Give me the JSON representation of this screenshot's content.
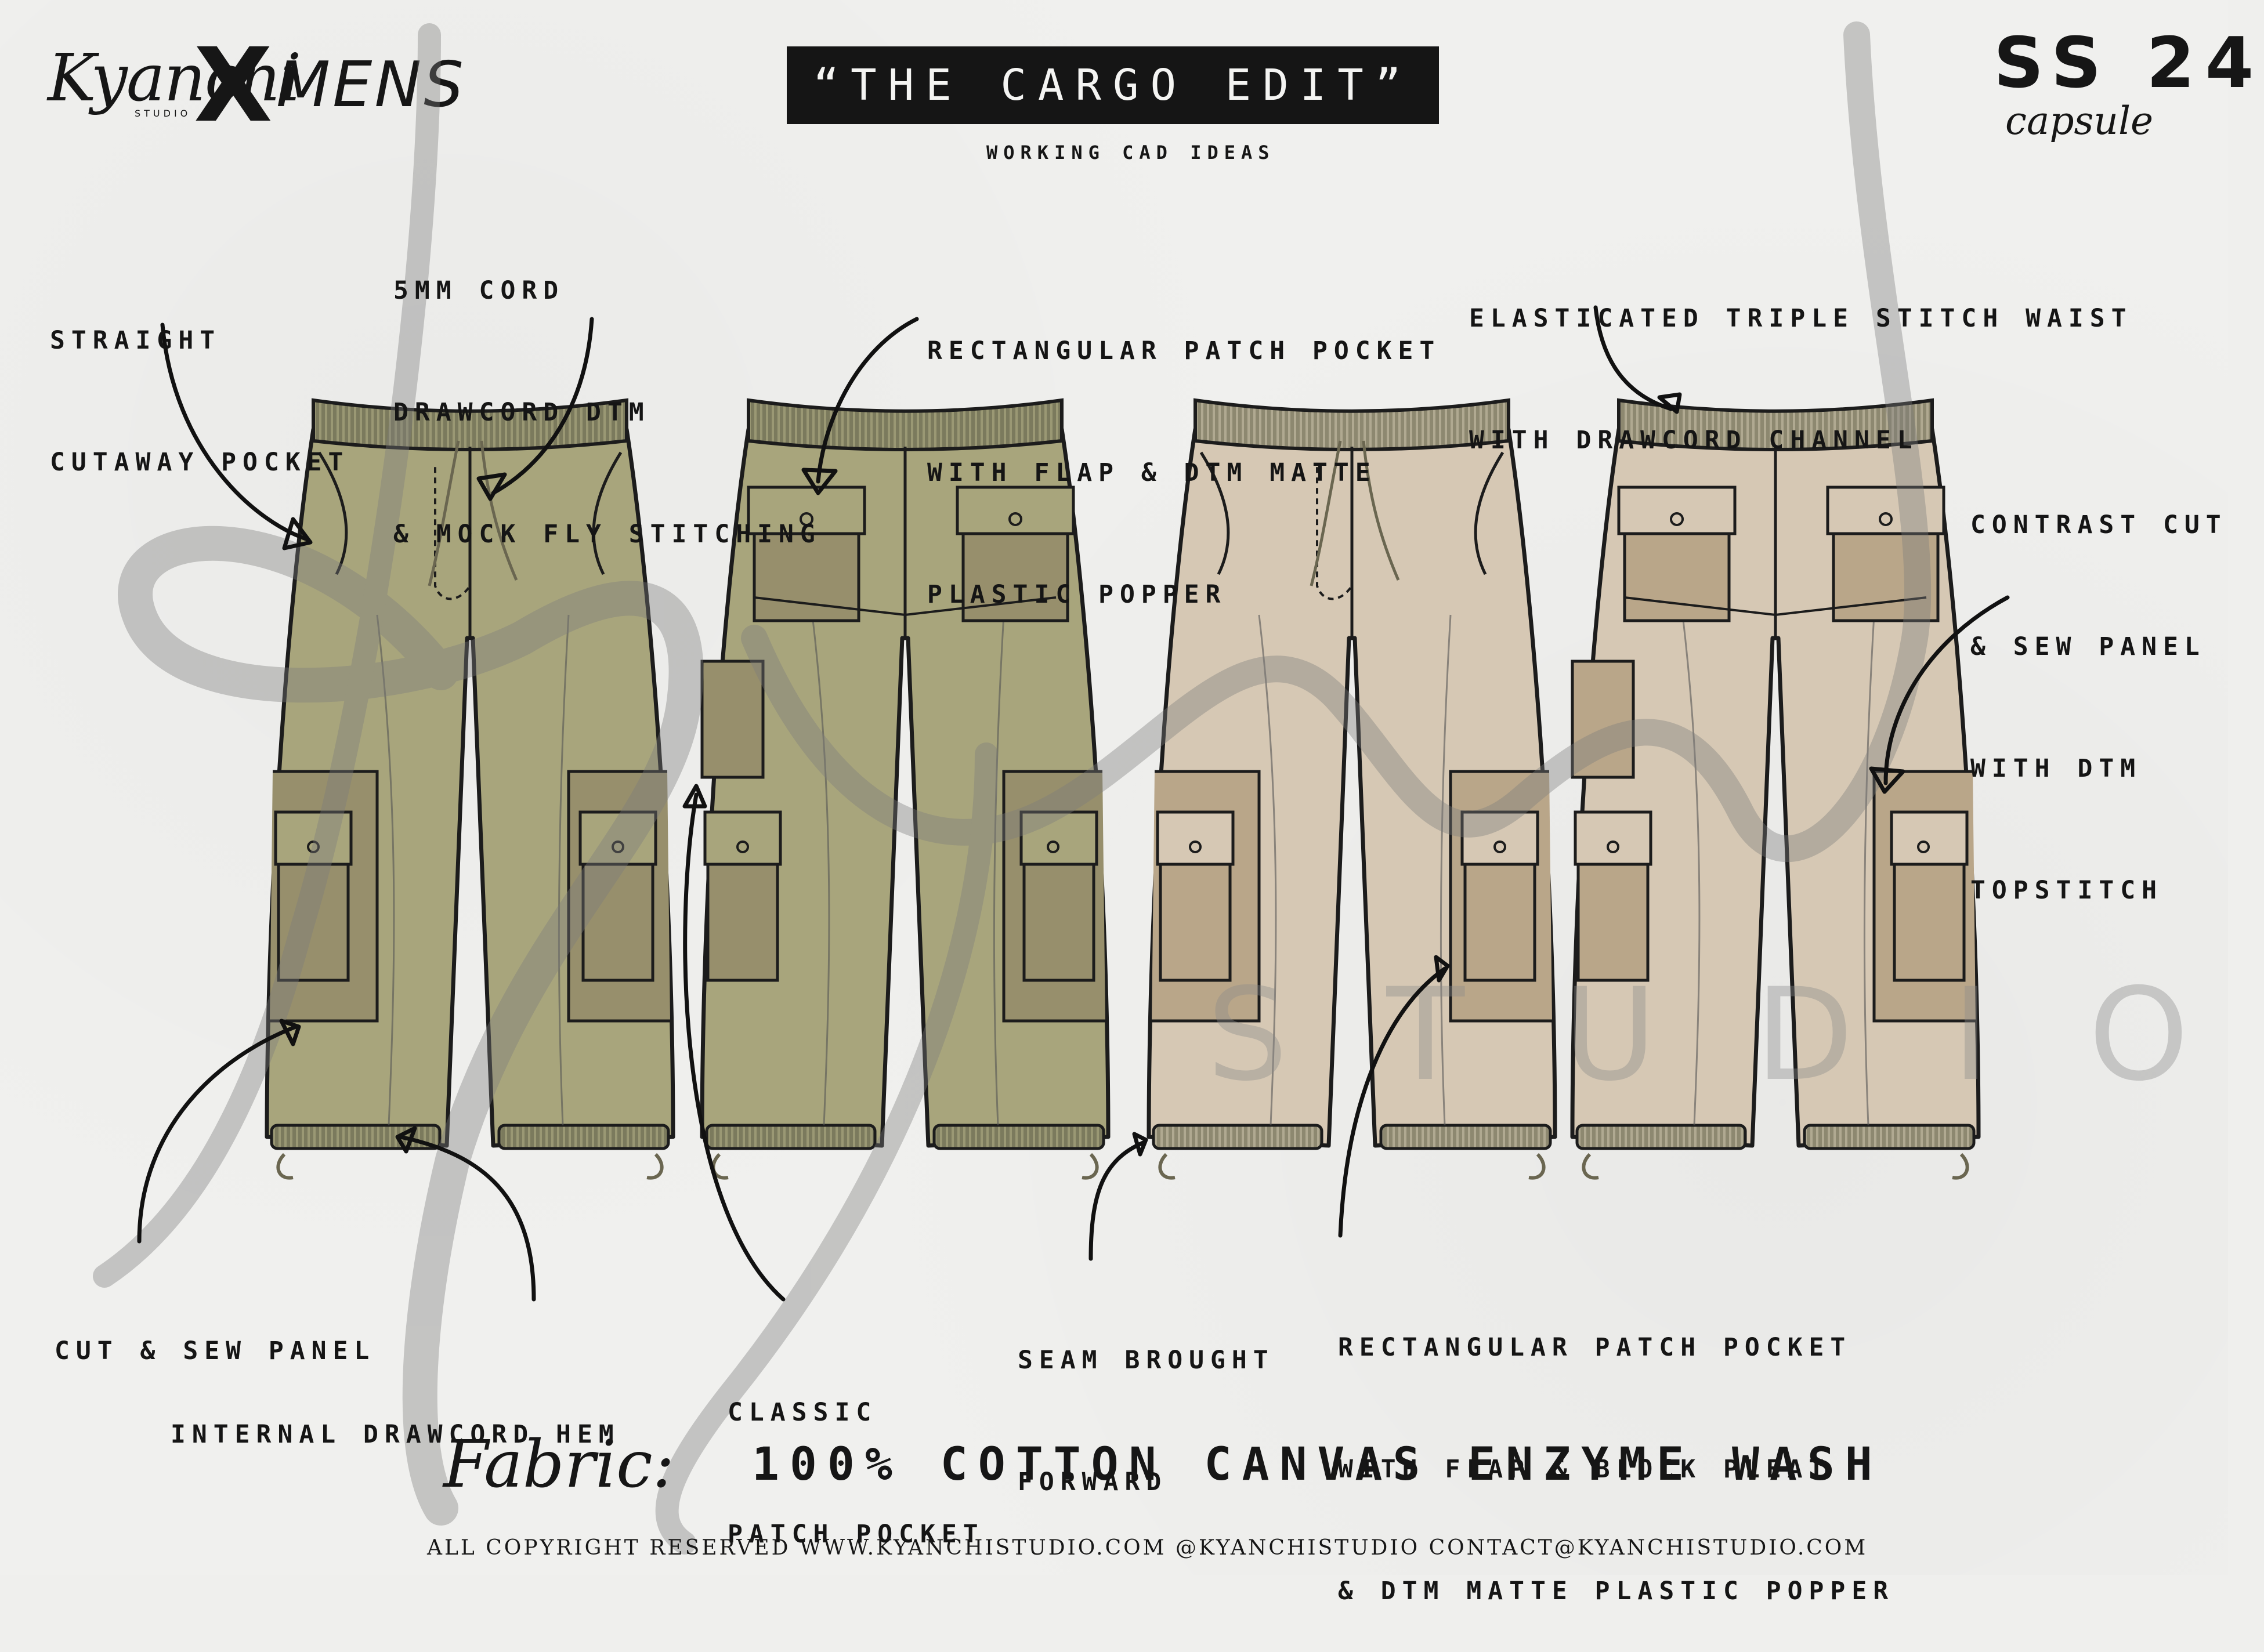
{
  "header": {
    "brand_script": "Kyanchi",
    "brand_studio": "STUDIO",
    "brand_x": "X",
    "brand_line": "MENS",
    "title": "“THE CARGO EDIT”",
    "subtitle": "WORKING CAD IDEAS",
    "season": "SS 24",
    "season_sub": "capsule"
  },
  "annotations": {
    "straight_pocket": [
      "STRAIGHT",
      "CUTAWAY POCKET"
    ],
    "cord": [
      "5MM CORD",
      "DRAWCORD DTM",
      "& MOCK FLY STITCHING"
    ],
    "rect_pocket_top": [
      "RECTANGULAR PATCH POCKET",
      "WITH FLAP & DTM MATTE",
      "PLASTIC POPPER"
    ],
    "waist": [
      "ELASTICATED TRIPLE STITCH WAIST",
      "WITH DRAWCORD CHANNEL"
    ],
    "contrast_panel": [
      "CONTRAST CUT",
      "& SEW PANEL",
      "WITH DTM",
      "TOPSTITCH"
    ],
    "cut_sew": [
      "CUT & SEW PANEL"
    ],
    "drawcord_hem": [
      "INTERNAL DRAWCORD HEM"
    ],
    "classic_pocket": [
      "CLASSIC",
      "PATCH POCKET"
    ],
    "seam": [
      "SEAM BROUGHT",
      "FORWARD"
    ],
    "rect_pocket_bottom": [
      "RECTANGULAR PATCH POCKET",
      "WITH FLAP & BLOCK PLEAT",
      "& DTM MATTE PLASTIC POPPER"
    ]
  },
  "fabric": {
    "label": "Fabric:",
    "value": "100% COTTON CANVAS ENZYME WASH"
  },
  "footer": "ALL COPYRIGHT RESERVED WWW.KYANCHISTUDIO.COM @KYANCHISTUDIO CONTACT@KYANCHISTUDIO.COM",
  "watermark": {
    "script": "Kyanchi",
    "studio": "STUDIO"
  },
  "colors": {
    "khaki": "#a8a57c",
    "khaki_dark": "#978f6c",
    "sand": "#d6c8b4",
    "sand_dark": "#b9a689",
    "waist_khaki": "#8c8a68",
    "waist_sand": "#a09a80",
    "outline": "#1c1c1c",
    "watermark": "#8c8c8c"
  },
  "garments": [
    {
      "view": "front",
      "colour": "khaki"
    },
    {
      "view": "back",
      "colour": "khaki"
    },
    {
      "view": "front",
      "colour": "sand"
    },
    {
      "view": "back",
      "colour": "sand"
    }
  ]
}
